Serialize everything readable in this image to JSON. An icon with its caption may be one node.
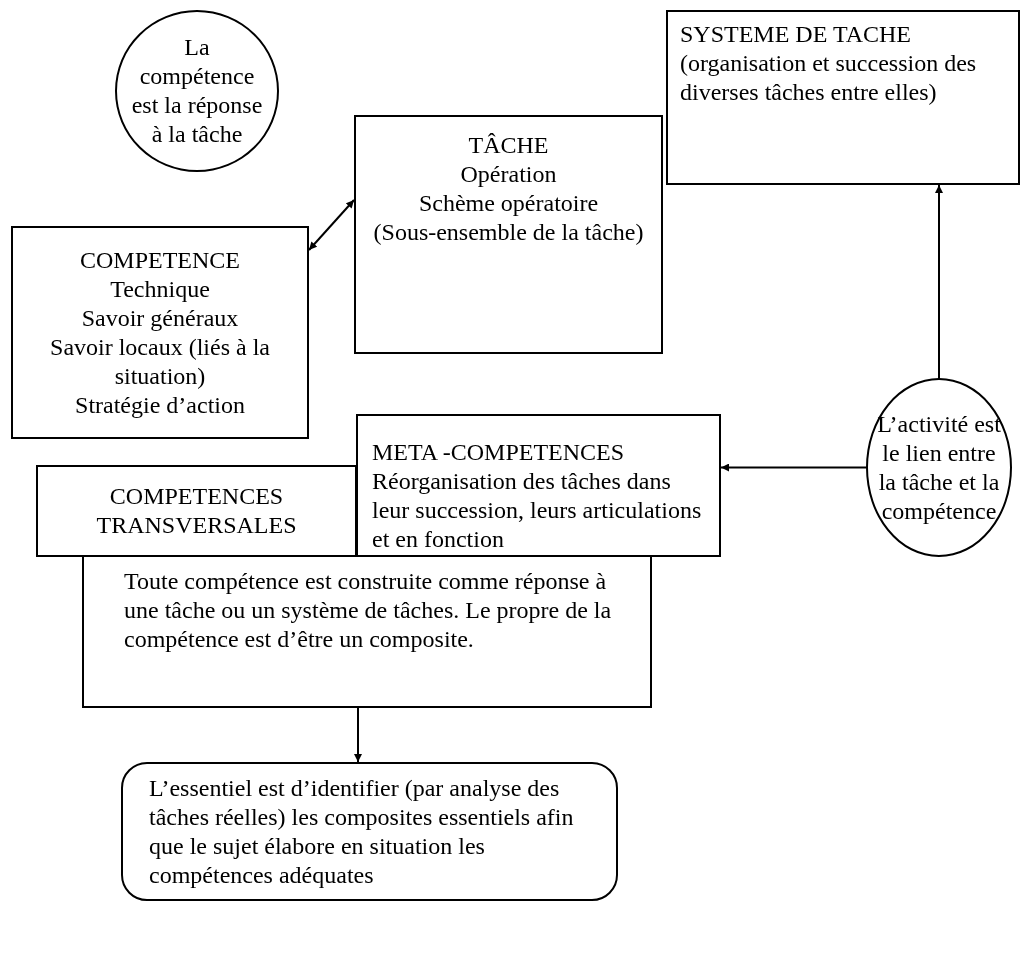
{
  "diagram": {
    "nodes": [
      {
        "text": [
          "La compétence est la réponse à la tâche"
        ]
      },
      {
        "text": [
          "SYSTEME DE TACHE",
          "(organisation et succession des diverses tâches entre elles)"
        ]
      },
      {
        "text": [
          "TÂCHE",
          "Opération",
          "Schème opératoire",
          "(Sous-ensemble de la tâche)"
        ]
      },
      {
        "text": [
          "COMPETENCE",
          "Technique",
          "Savoir généraux",
          "Savoir locaux (liés à la situation)",
          "Stratégie d’action"
        ]
      },
      {
        "text": [
          "META -COMPETENCES",
          "Réorganisation des tâches dans leur succession, leurs articulations et en fonction"
        ]
      },
      {
        "text": [
          "L’activité est le lien entre la tâche et la compétence"
        ]
      },
      {
        "text": [
          "COMPETENCES TRANSVERSALES"
        ]
      },
      {
        "text": [
          "Toute compétence est construite comme réponse à une tâche ou un système de tâches. Le propre de la compétence est d’être un composite."
        ]
      },
      {
        "text": [
          "L’essentiel est d’identifier (par analyse des tâches réelles) les composites essentiels afin que le sujet élabore en situation les compétences adéquates"
        ]
      }
    ],
    "edges": [
      {
        "from": 2,
        "to": 3,
        "arrow": "both"
      },
      {
        "from": 5,
        "to": 1,
        "arrow": "to"
      },
      {
        "from": 5,
        "to": 4,
        "arrow": "to"
      },
      {
        "from": 7,
        "to": 8,
        "arrow": "to"
      }
    ]
  }
}
